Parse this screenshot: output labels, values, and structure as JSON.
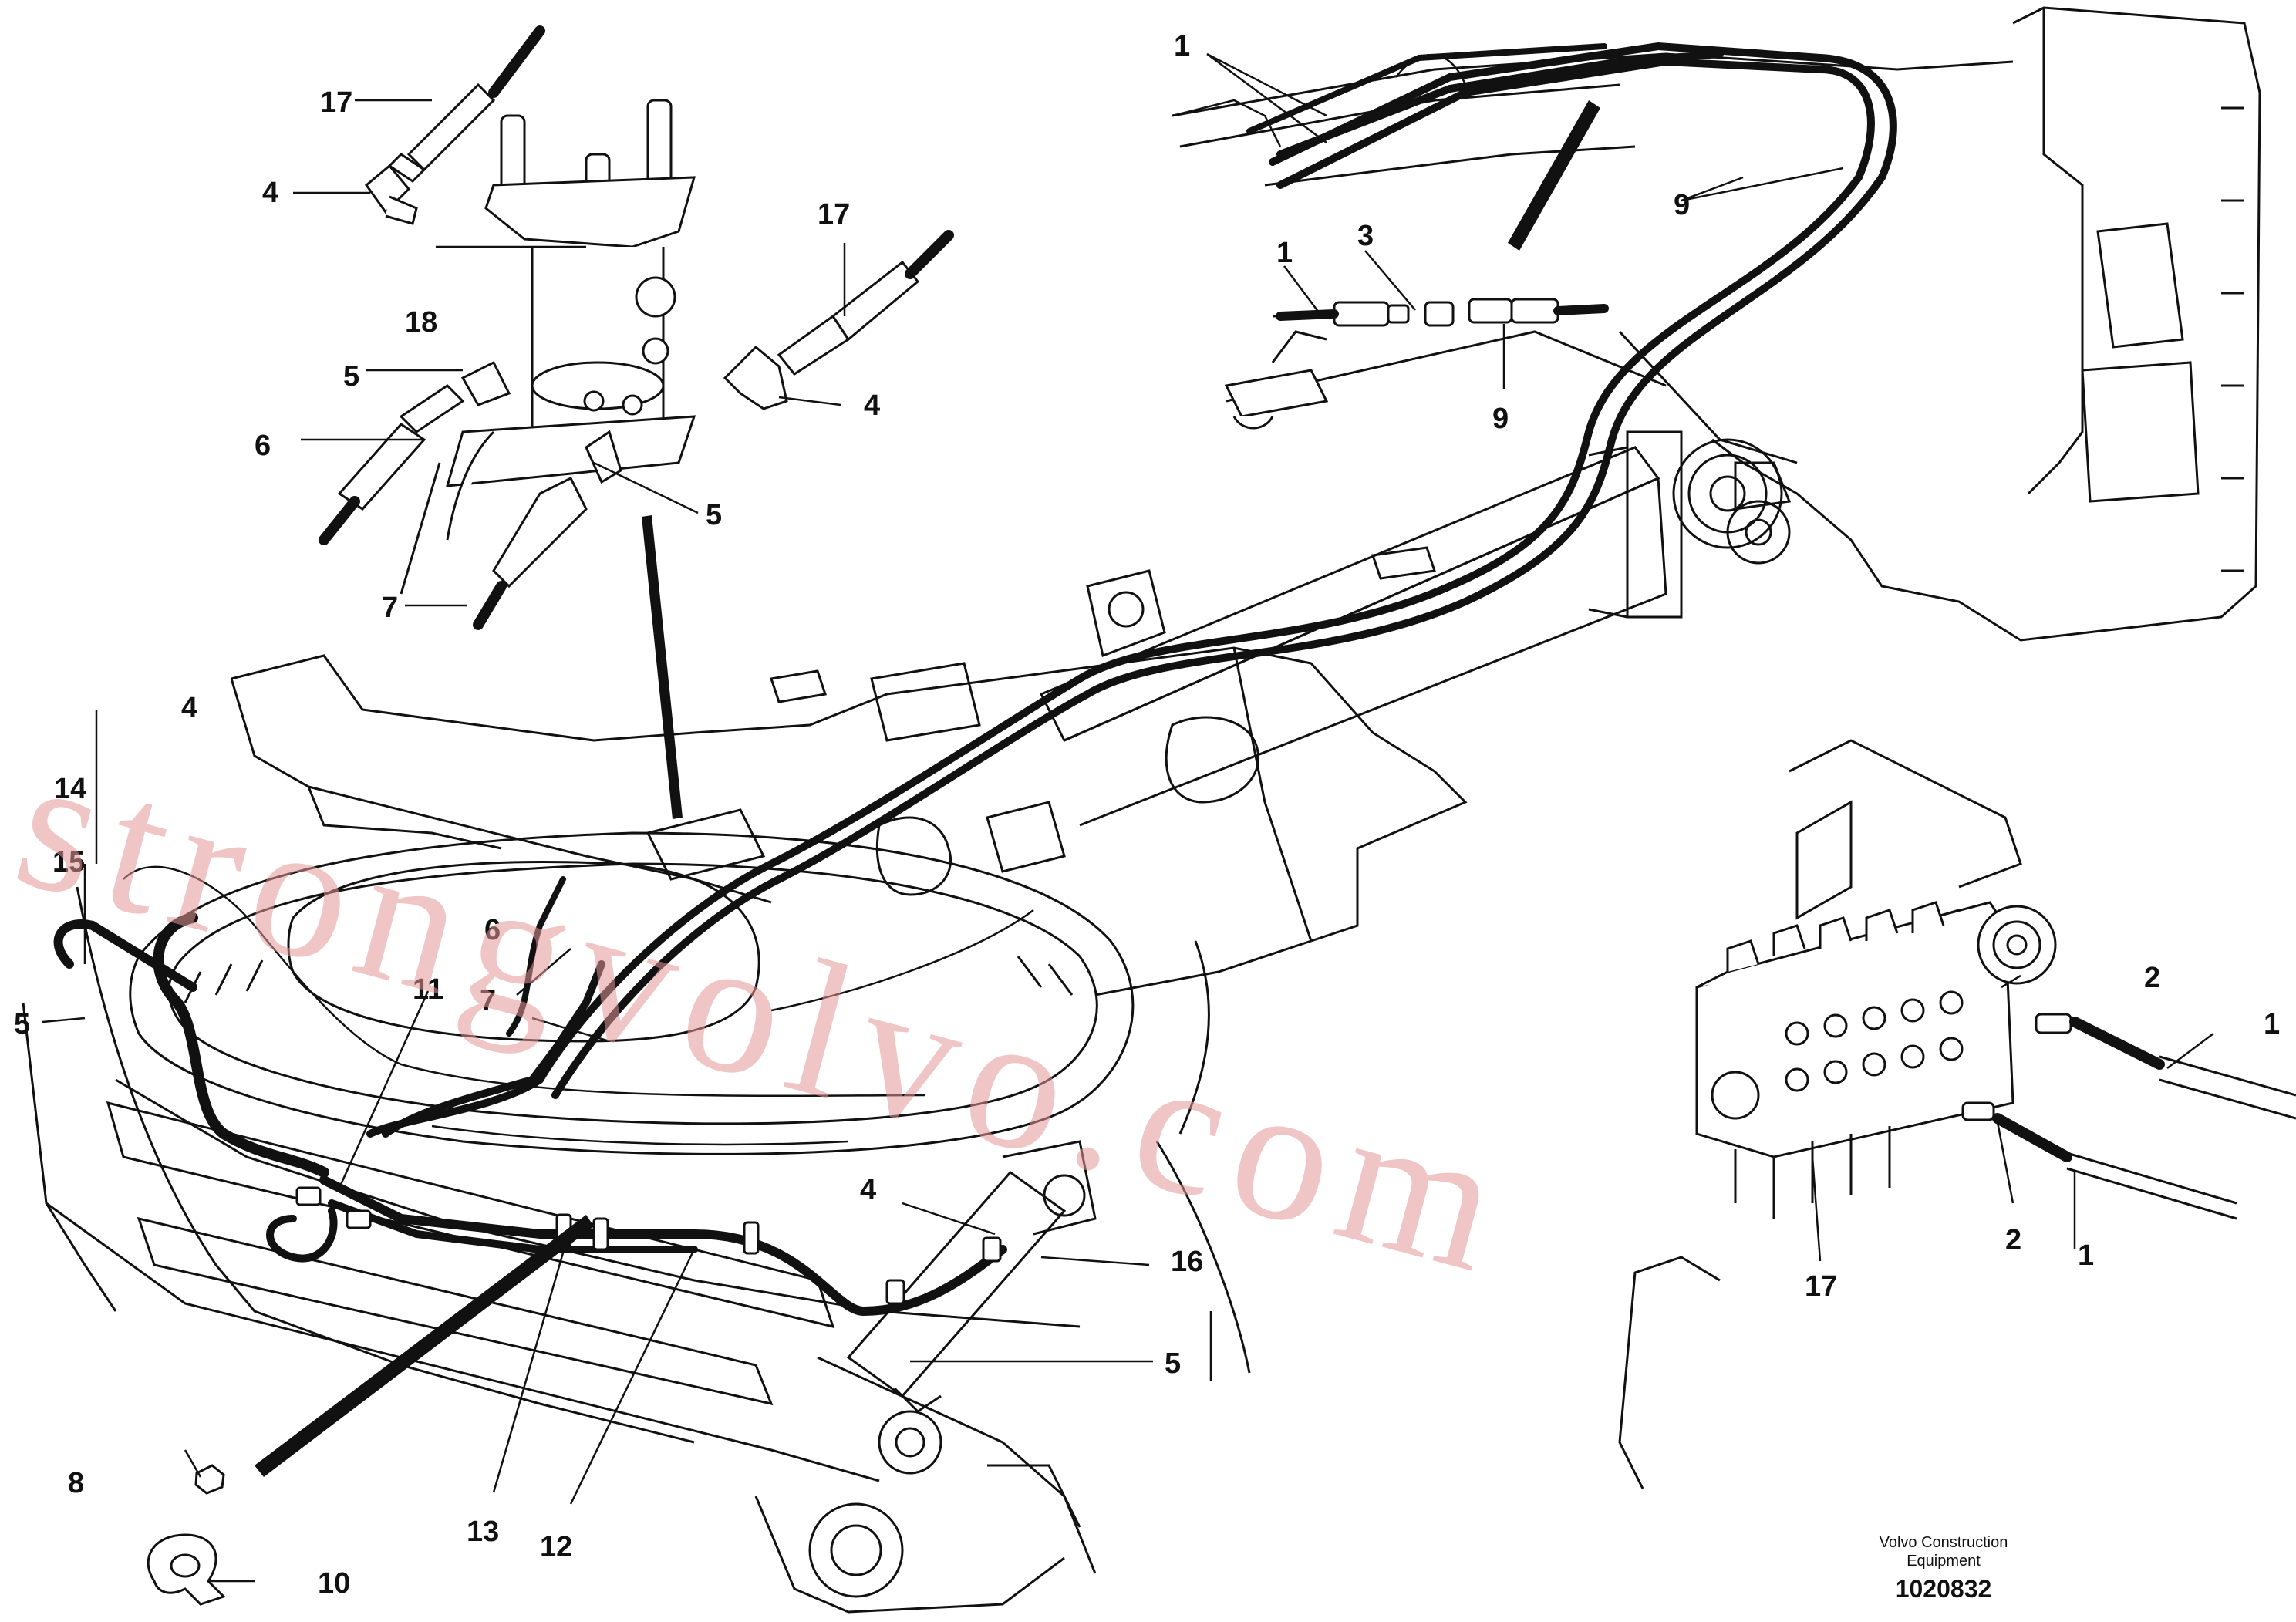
{
  "callouts": [
    {
      "id": "c1a",
      "label": "1"
    },
    {
      "id": "c1b",
      "label": "1"
    },
    {
      "id": "c1c",
      "label": "1"
    },
    {
      "id": "c1d",
      "label": "1"
    },
    {
      "id": "c2a",
      "label": "2"
    },
    {
      "id": "c2b",
      "label": "2"
    },
    {
      "id": "c3",
      "label": "3"
    },
    {
      "id": "c4a",
      "label": "4"
    },
    {
      "id": "c4b",
      "label": "4"
    },
    {
      "id": "c4c",
      "label": "4"
    },
    {
      "id": "c4d",
      "label": "4"
    },
    {
      "id": "c5a",
      "label": "5"
    },
    {
      "id": "c5b",
      "label": "5"
    },
    {
      "id": "c5c",
      "label": "5"
    },
    {
      "id": "c5d",
      "label": "5"
    },
    {
      "id": "c6a",
      "label": "6"
    },
    {
      "id": "c6b",
      "label": "6"
    },
    {
      "id": "c7a",
      "label": "7"
    },
    {
      "id": "c7b",
      "label": "7"
    },
    {
      "id": "c8",
      "label": "8"
    },
    {
      "id": "c9a",
      "label": "9"
    },
    {
      "id": "c9b",
      "label": "9"
    },
    {
      "id": "c10",
      "label": "10"
    },
    {
      "id": "c11",
      "label": "11"
    },
    {
      "id": "c12",
      "label": "12"
    },
    {
      "id": "c13",
      "label": "13"
    },
    {
      "id": "c14",
      "label": "14"
    },
    {
      "id": "c15",
      "label": "15"
    },
    {
      "id": "c16",
      "label": "16"
    },
    {
      "id": "c17a",
      "label": "17"
    },
    {
      "id": "c17b",
      "label": "17"
    },
    {
      "id": "c17c",
      "label": "17"
    },
    {
      "id": "c18",
      "label": "18"
    }
  ],
  "caption": {
    "line1": "Volvo Construction",
    "line2": "Equipment",
    "drawing_number": "1020832"
  },
  "watermark": "strongvolvo.com",
  "colors": {
    "line": "#111111",
    "watermark": "#e29696"
  }
}
